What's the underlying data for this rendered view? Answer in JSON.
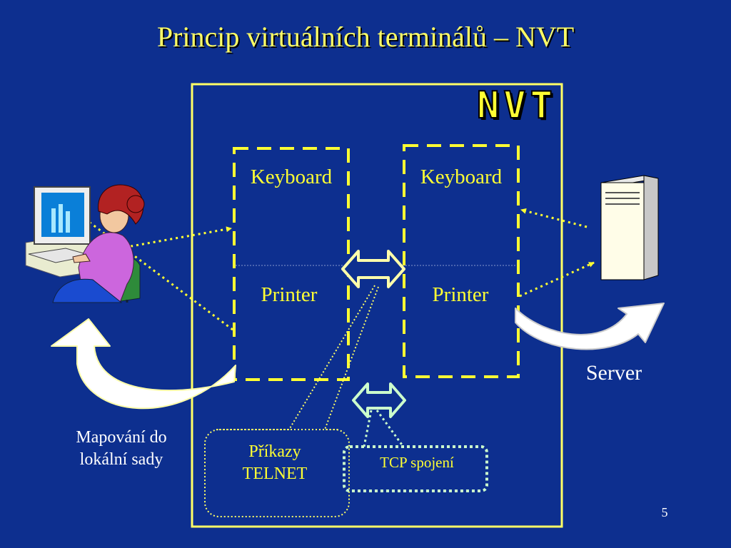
{
  "slide": {
    "title": "Princip virtuálních terminálů – NVT",
    "page_number": "5"
  },
  "nvt": {
    "logo": "NVT",
    "left_box": {
      "keyboard_label": "Keyboard",
      "printer_label": "Printer"
    },
    "right_box": {
      "keyboard_label": "Keyboard",
      "printer_label": "Printer"
    }
  },
  "labels": {
    "server": "Server",
    "mapping_line1": "Mapování do",
    "mapping_line2": "lokální sady",
    "telnet_line1": "Příkazy",
    "telnet_line2": "TELNET",
    "tcp": "TCP spojení"
  },
  "colors": {
    "background": "#0d2f8f",
    "accent_yellow": "#ffff33",
    "mint": "#ccffcc",
    "white": "#ffffff"
  },
  "icons": [
    "user-at-computer-icon",
    "server-tower-icon"
  ]
}
